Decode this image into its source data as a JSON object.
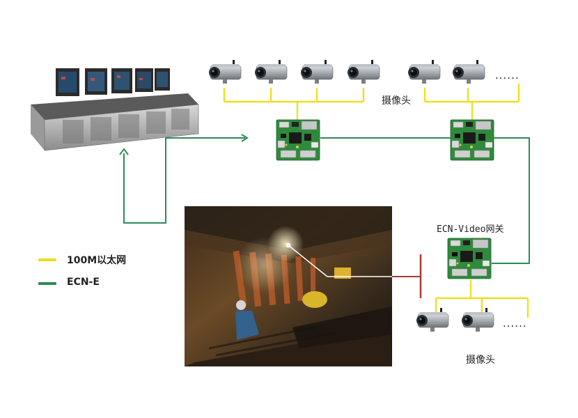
{
  "colors": {
    "ethernet": "#f2dd1e",
    "ecn": "#2e8b57",
    "highlight": "#a53a2e",
    "board": "#2f8a3c"
  },
  "labels": {
    "camera_top": "摄像头",
    "gateway": "ECN-Video网关",
    "camera_bottom": "摄像头",
    "dots_top": "......",
    "dots_bottom": "......"
  },
  "legend": [
    {
      "label": "100M以太网",
      "color": "#f2dd1e"
    },
    {
      "label": "ECN-E",
      "color": "#2e8b57"
    }
  ],
  "icons": [
    "control-console-icon",
    "ip-camera-icon",
    "gateway-board-icon",
    "mine-tunnel-photo"
  ]
}
